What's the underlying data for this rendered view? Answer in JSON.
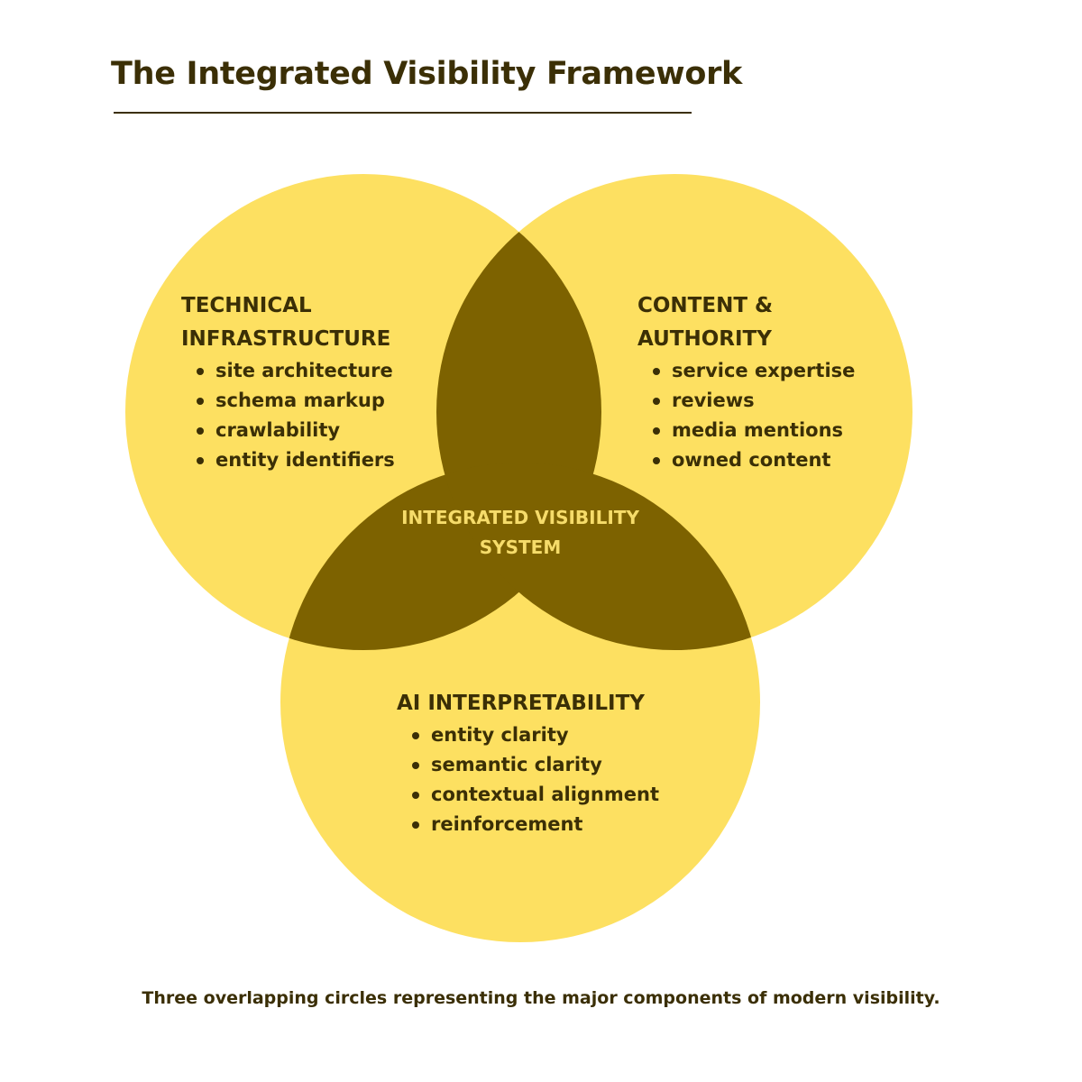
{
  "title": "The Integrated Visibility Framework",
  "colors": {
    "circle_fill": "#fde061",
    "overlap_fill": "#7d6200",
    "text_dark": "#3b2f06",
    "center_text": "#f6dc6a"
  },
  "circles": {
    "technical": {
      "heading_line1": "TECHNICAL",
      "heading_line2": "INFRASTRUCTURE",
      "items": [
        "site architecture",
        "schema markup",
        "crawlability",
        "entity identifiers"
      ]
    },
    "content": {
      "heading_line1": "CONTENT &",
      "heading_line2": "AUTHORITY",
      "items": [
        "service expertise",
        "reviews",
        "media mentions",
        "owned content"
      ]
    },
    "ai": {
      "heading": "AI INTERPRETABILITY",
      "items": [
        "entity clarity",
        "semantic clarity",
        "contextual alignment",
        "reinforcement"
      ]
    }
  },
  "center": {
    "line1": "INTEGRATED VISIBILITY",
    "line2": "SYSTEM"
  },
  "caption": "Three overlapping circles representing the major components of modern visibility."
}
